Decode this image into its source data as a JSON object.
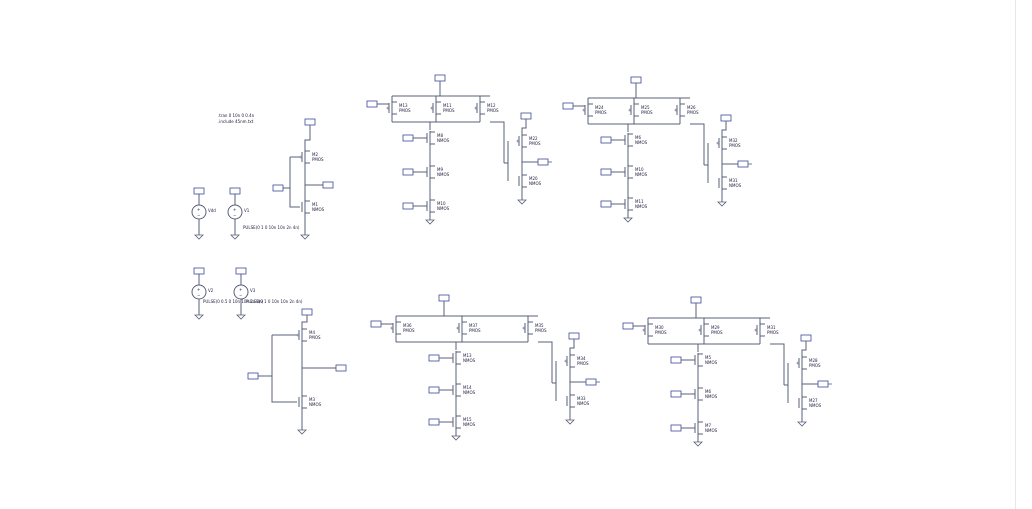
{
  "directives": {
    "line1": ".tran 0 10n 0 0.4n",
    "line2": ".include 45nm.txt"
  },
  "sources": [
    {
      "id": "vdd",
      "name": "Vdd",
      "value": ""
    },
    {
      "id": "v1",
      "name": "V1",
      "value": "PULSE(0 1 0 10n 10n 2n 4n)"
    },
    {
      "id": "v2",
      "name": "V2",
      "value": "PULSE(0 0.5 0 10n 10n 2n 4n)"
    },
    {
      "id": "v3",
      "name": "V3",
      "value": "PULSE(0 1 0 10n 10n 2n 4n)"
    }
  ],
  "model_names": {
    "pmos": "PMOS",
    "nmos": "NMOS"
  },
  "cells": [
    {
      "id": "inv-a",
      "devices": [
        "M1",
        "M2"
      ]
    },
    {
      "id": "inv-b",
      "devices": [
        "M3",
        "M4"
      ]
    },
    {
      "id": "nor3-a",
      "devices": [
        "M13",
        "M11",
        "M12",
        "M8",
        "M9",
        "M10",
        "M22",
        "M20"
      ]
    },
    {
      "id": "nor3-b",
      "devices": [
        "M24",
        "M25",
        "M26",
        "M6",
        "M10",
        "M11",
        "M32",
        "M31"
      ]
    },
    {
      "id": "nand3-a",
      "devices": [
        "M36",
        "M37",
        "M35",
        "M13",
        "M14",
        "M15",
        "M34",
        "M33"
      ]
    },
    {
      "id": "nand3-b",
      "devices": [
        "M30",
        "M29",
        "M31",
        "M5",
        "M6",
        "M7",
        "M28",
        "M27"
      ]
    }
  ],
  "colors": {
    "wire": "#5a5f7a",
    "box": "#3f4a9a",
    "text": "#1a1a3a",
    "node": "#2a2f5a"
  }
}
